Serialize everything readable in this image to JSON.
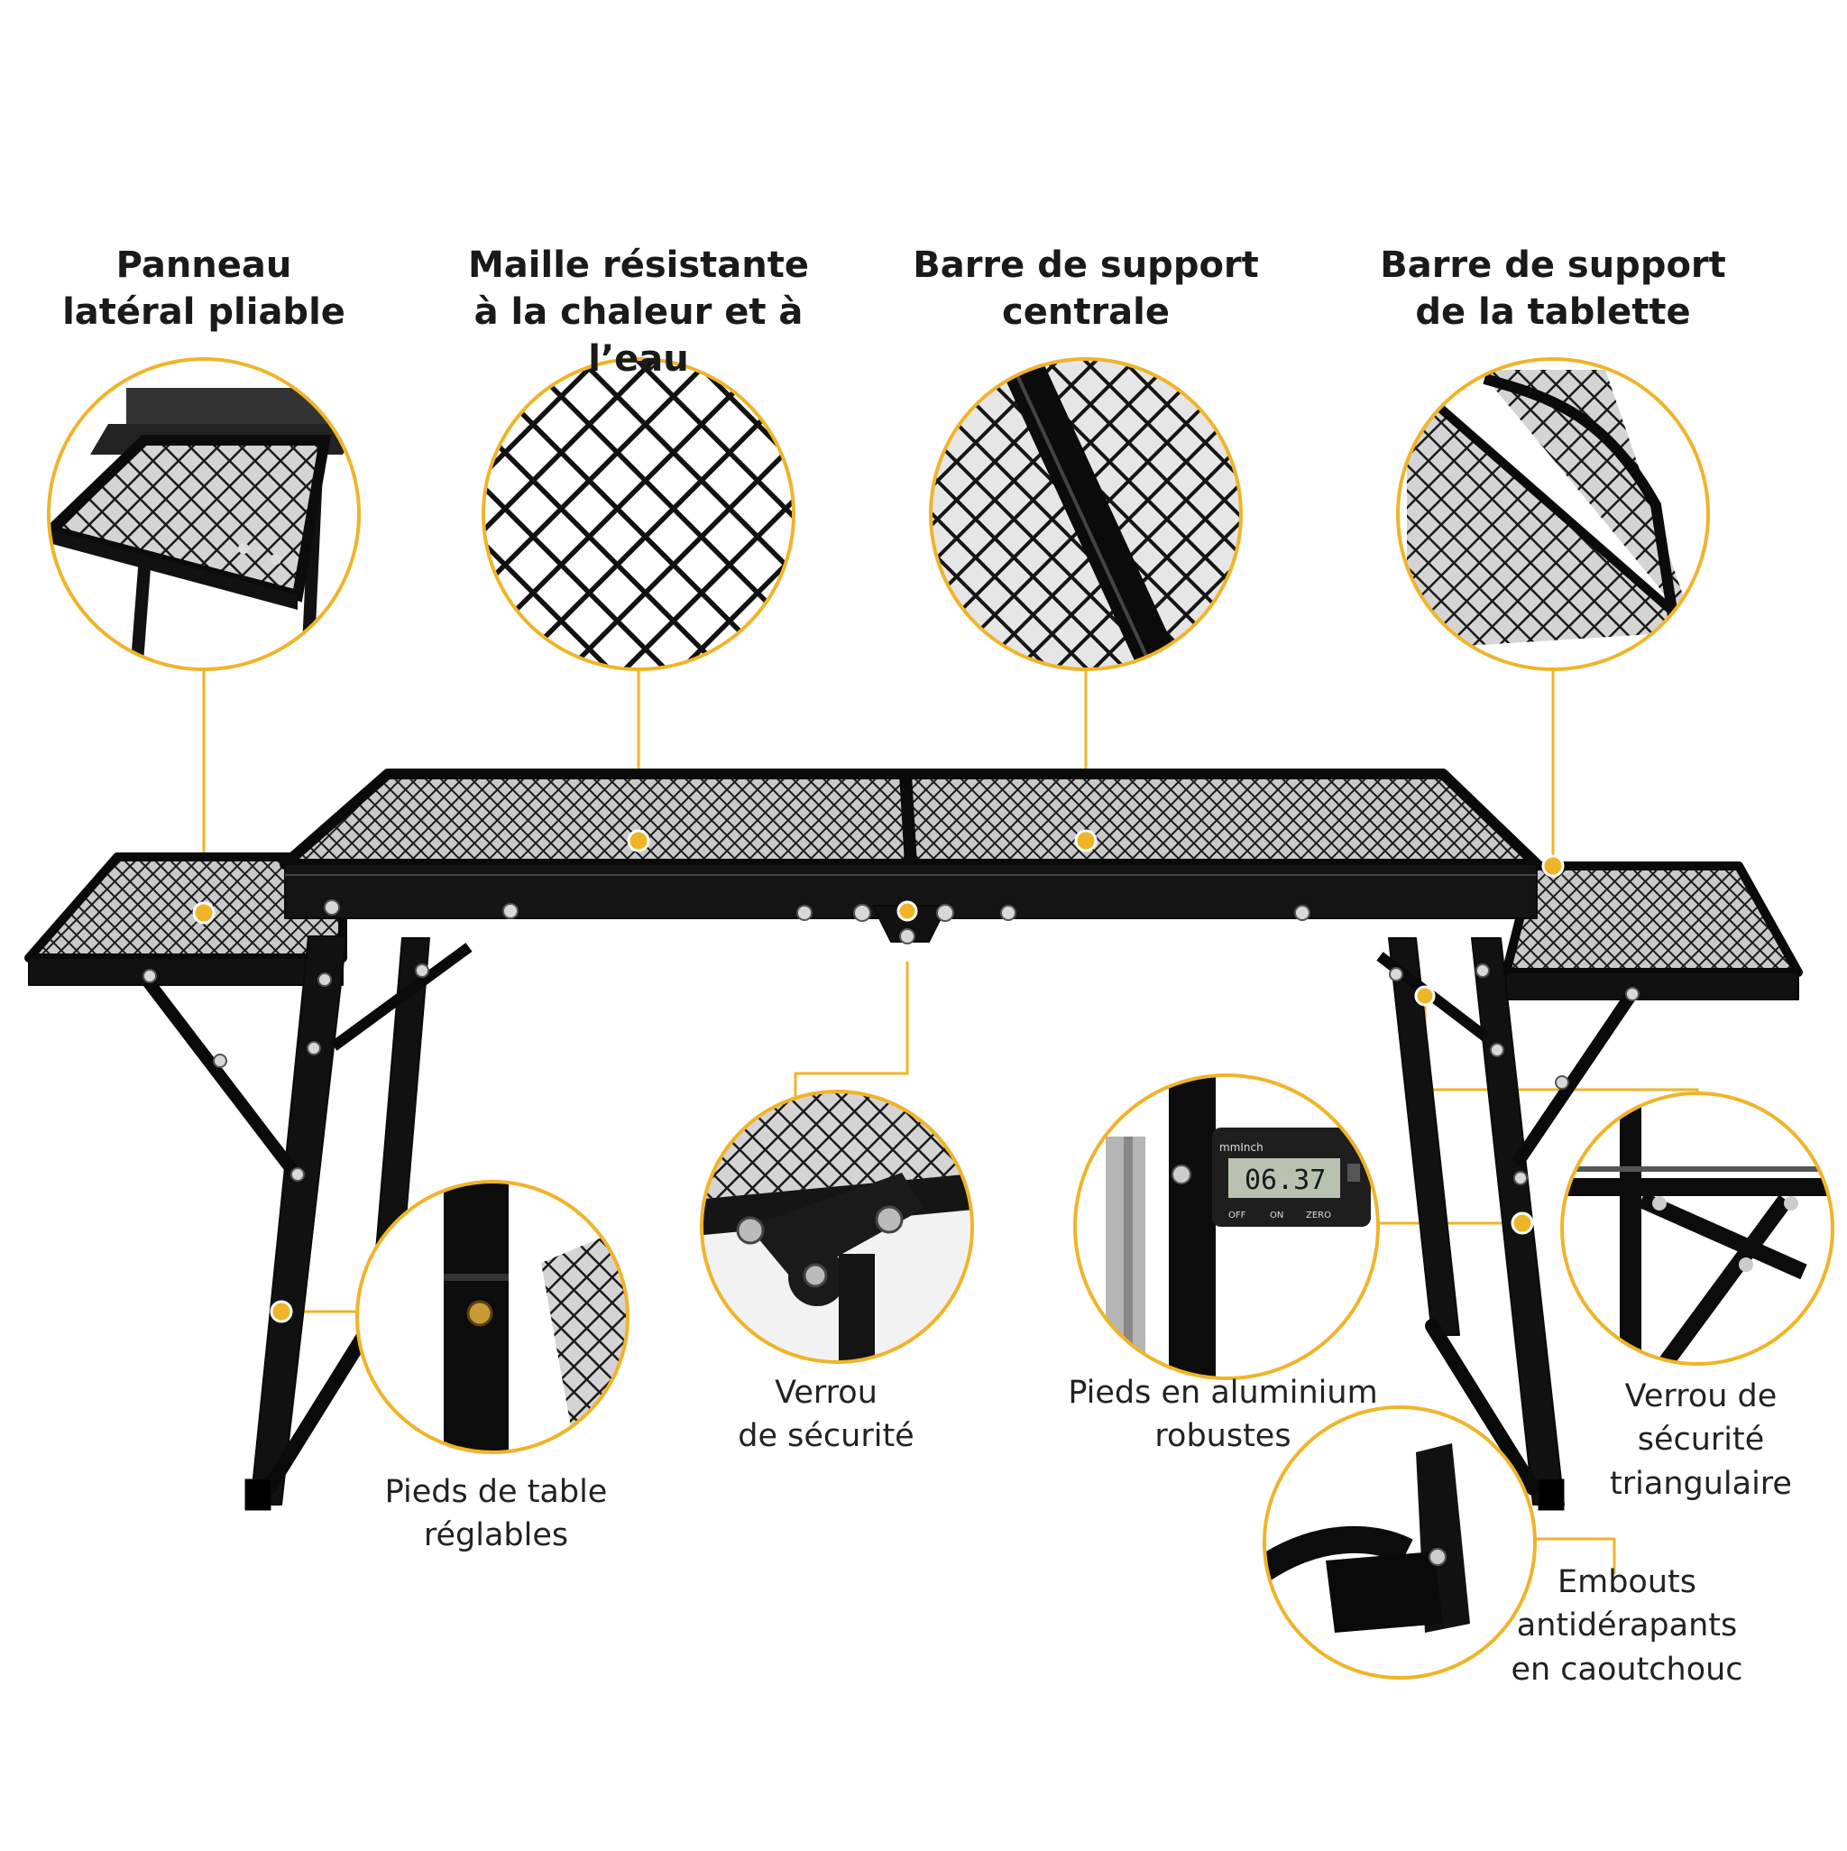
{
  "accent_color": "#f0b429",
  "callouts": {
    "side_panel": {
      "line1": "Panneau",
      "line2": "latéral pliable"
    },
    "mesh": {
      "line1": "Maille résistante",
      "line2": "à la chaleur et à l’eau"
    },
    "center_bar": {
      "line1": "Barre de support",
      "line2": "centrale"
    },
    "shelf_bar": {
      "line1": "Barre de support",
      "line2": "de la tablette"
    },
    "lock": {
      "line1": "Verrou",
      "line2": "de sécurité"
    },
    "adjustable_legs": {
      "line1": "Pieds de table",
      "line2": "réglables"
    },
    "aluminium_legs": {
      "line1": "Pieds en aluminium",
      "line2": "robustes"
    },
    "triangle_lock": {
      "line1": "Verrou de",
      "line2": "sécurité",
      "line3": "triangulaire"
    },
    "rubber_feet": {
      "line1": "Embouts",
      "line2": "antidérapants",
      "line3": "en caoutchouc"
    }
  },
  "caliper": {
    "brand": "mmInch",
    "reading": "06.37",
    "buttons": [
      "OFF",
      "ON",
      "ZERO"
    ]
  }
}
